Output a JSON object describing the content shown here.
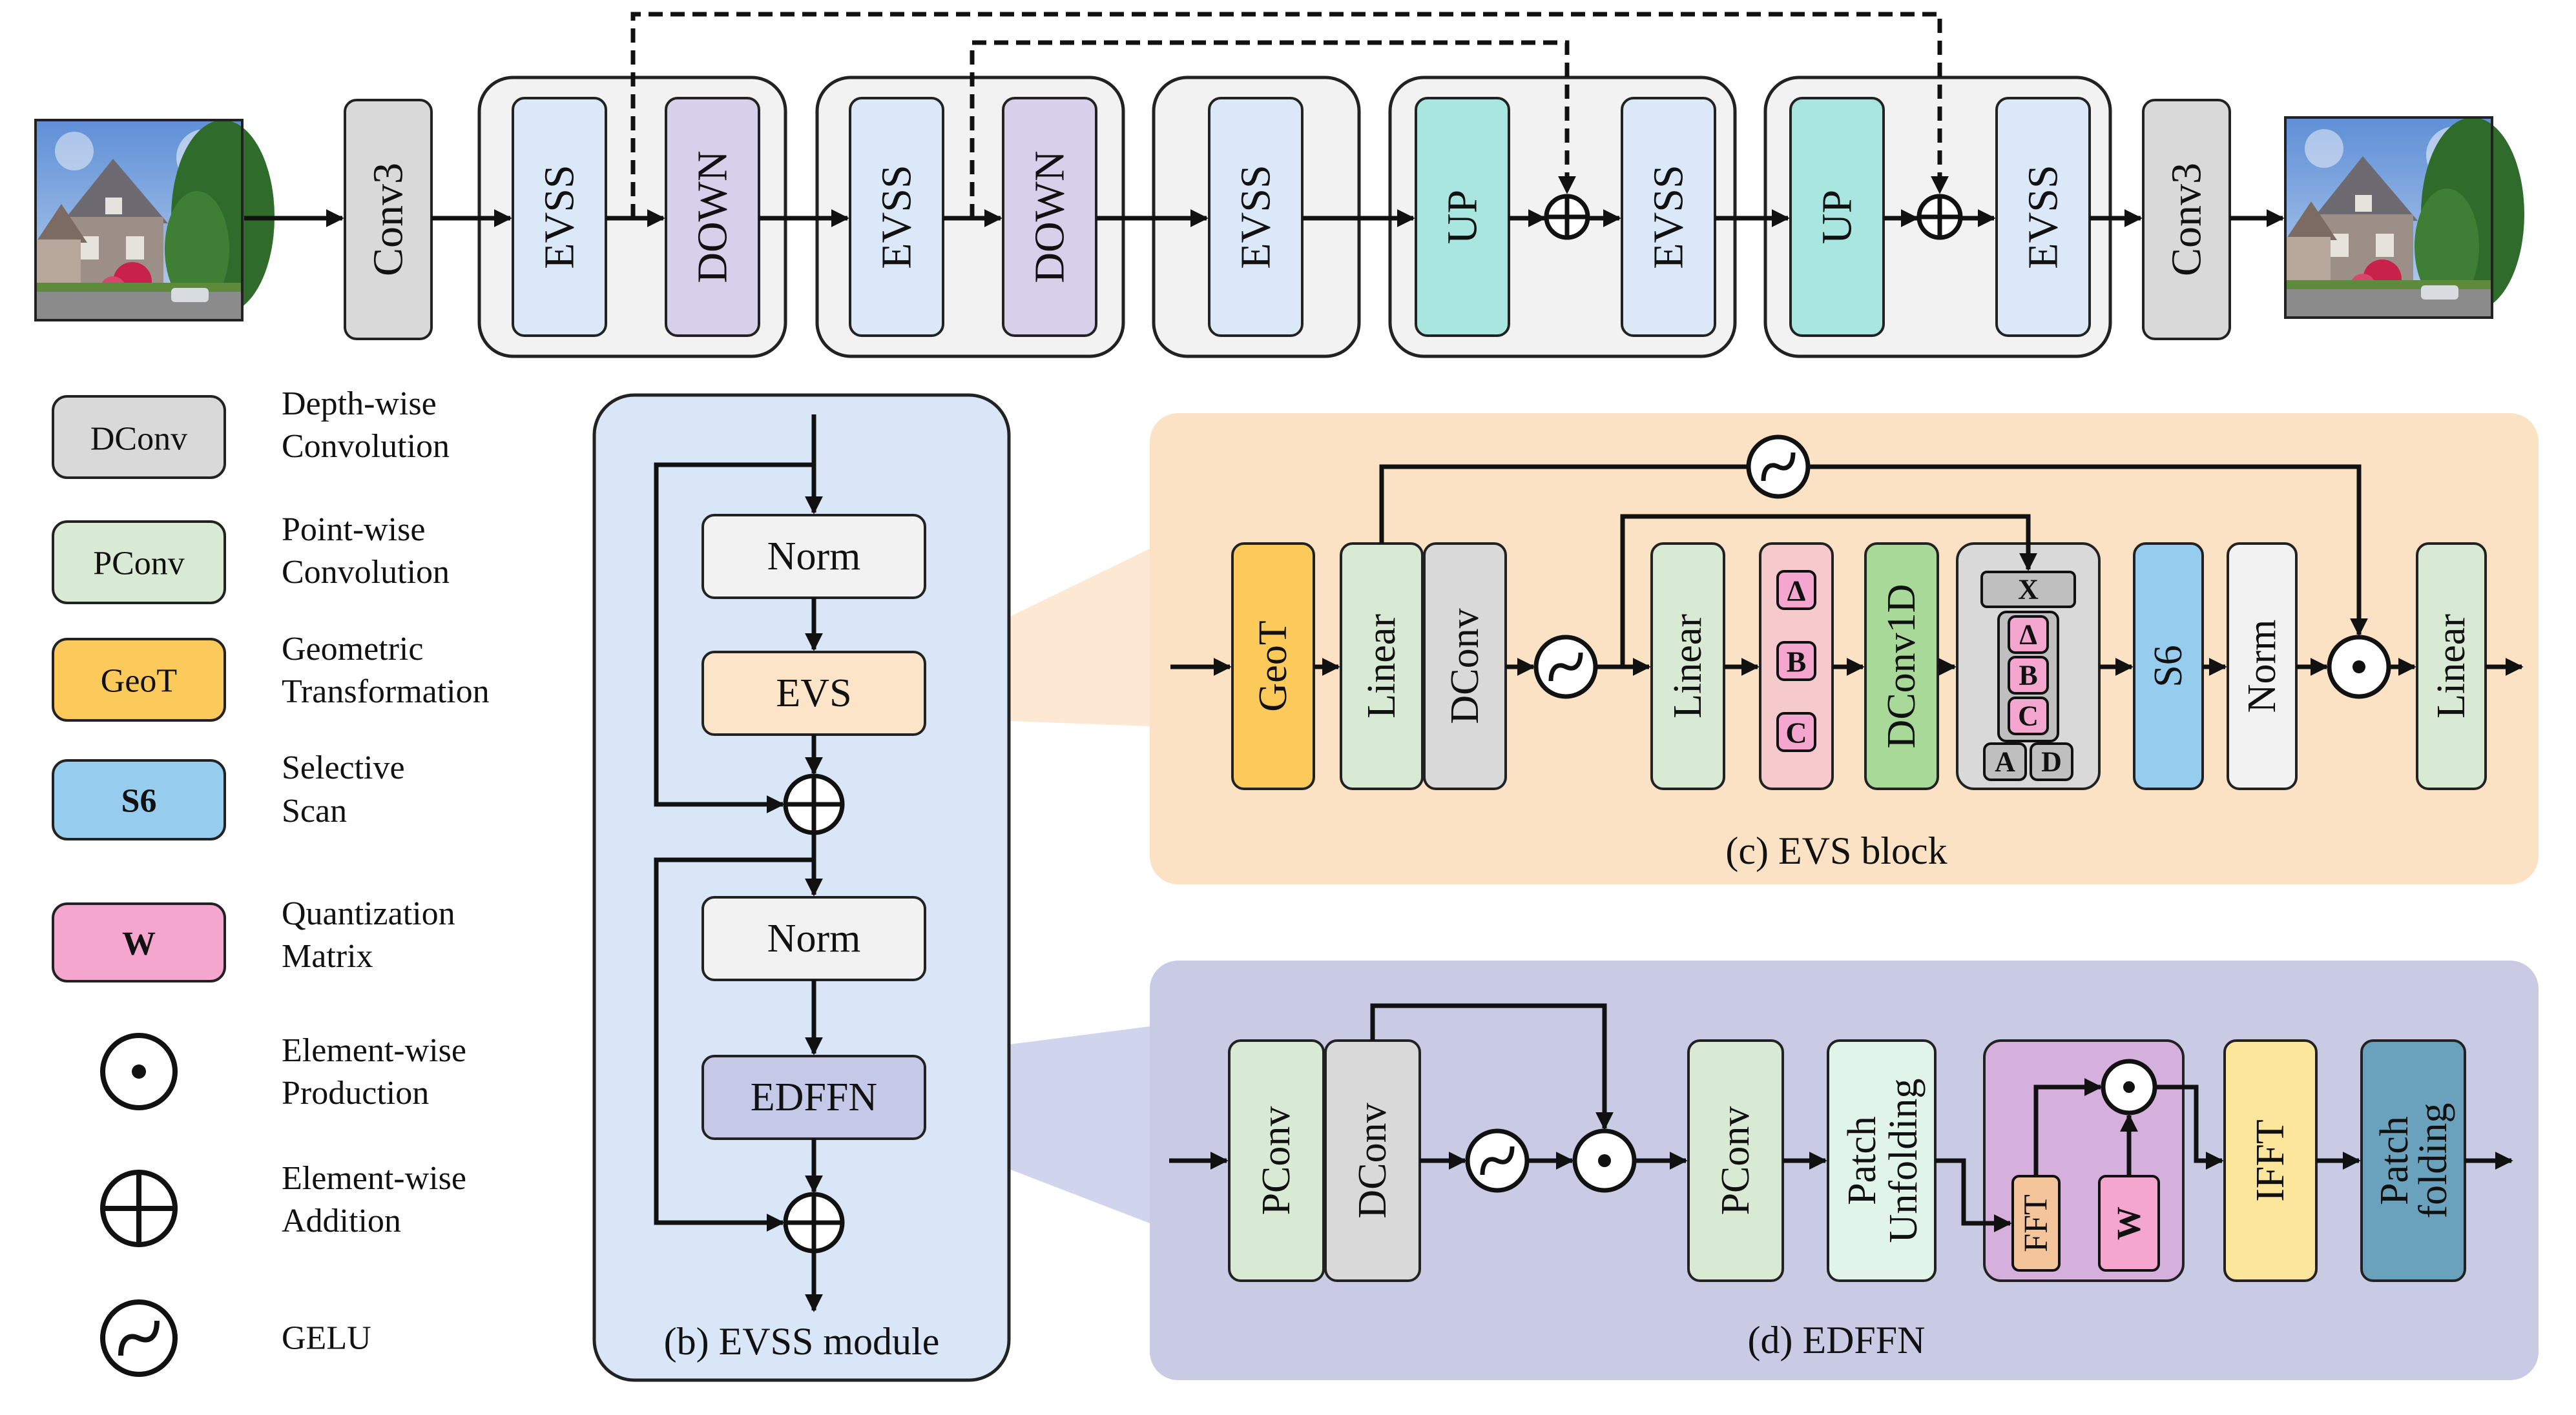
{
  "colors": {
    "gray": "#d9d9d9",
    "light": "#f2f2f2",
    "pale_blue": "#dbe8f8",
    "lavender": "#d7d0ea",
    "teal": "#a8e6df",
    "green": "#d8ead3",
    "orange": "#fcc95b",
    "sky": "#96cdee",
    "pink": "#f4a6cf",
    "rose": "#f6c9cd",
    "dconv1d": "#a9d998",
    "panel_b": "#d8e6f7",
    "panel_c": "#fbe2c5",
    "panel_d": "#c9cbe4",
    "evs_fill": "#fce4c8",
    "edffn_fill": "#c5c9e8",
    "fft": "#f4c49a",
    "ifft": "#fbe69c",
    "patch_fold": "#6aa2bd",
    "unfold": "#e0f4ea",
    "fft_group": "#d6b0dc",
    "sdm_group": "#d9d9d9"
  },
  "pipeline": {
    "blocks": {
      "conv3_in": "Conv3",
      "evss1": "EVSS",
      "down1": "DOWN",
      "evss2": "EVSS",
      "down2": "DOWN",
      "evss3": "EVSS",
      "up1": "UP",
      "evss4": "EVSS",
      "up2": "UP",
      "evss5": "EVSS",
      "conv3_out": "Conv3"
    }
  },
  "legend": [
    {
      "symbol": "DConv",
      "line1": "Depth-wise",
      "line2": "Convolution"
    },
    {
      "symbol": "PConv",
      "line1": "Point-wise",
      "line2": "Convolution"
    },
    {
      "symbol": "GeoT",
      "line1": "Geometric",
      "line2": "Transformation"
    },
    {
      "symbol": "S6",
      "line1": "Selective",
      "line2": "Scan"
    },
    {
      "symbol": "W",
      "line1": "Quantization",
      "line2": "Matrix"
    },
    {
      "line1": "Element-wise",
      "line2": "Production"
    },
    {
      "line1": "Element-wise",
      "line2": "Addition"
    },
    {
      "line1": "GELU"
    }
  ],
  "evss_module": {
    "norm1": "Norm",
    "evs": "EVS",
    "norm2": "Norm",
    "edffn": "EDFFN",
    "caption": "(b) EVSS module"
  },
  "evs_block": {
    "geot": "GeoT",
    "linear1": "Linear",
    "dconv": "DConv",
    "linear2": "Linear",
    "delta": "Δ",
    "b": "B",
    "c": "C",
    "dconv1d": "DConv1D",
    "x": "X",
    "a": "A",
    "d": "D",
    "s6": "S6",
    "norm": "Norm",
    "linear3": "Linear",
    "caption": "(c) EVS block"
  },
  "edffn": {
    "pconv1": "PConv",
    "dconv": "DConv",
    "pconv2": "PConv",
    "unfold_1": "Patch",
    "unfold_2": "Unfolding",
    "fft": "FFT",
    "w": "W",
    "ifft": "IFFT",
    "fold_1": "Patch",
    "fold_2": "folding",
    "caption": "(d) EDFFN"
  }
}
